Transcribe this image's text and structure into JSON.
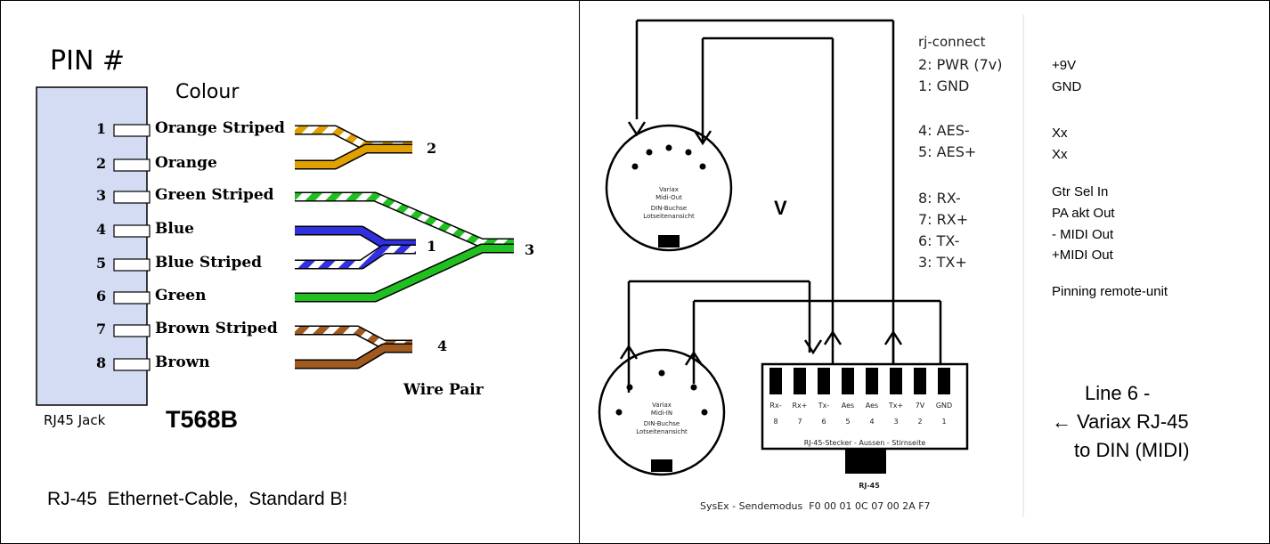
{
  "left": {
    "pin_header": "PIN #",
    "colour_header": "Colour",
    "pins": [
      {
        "num": "1",
        "label": "Orange Striped",
        "color": "#e0a000",
        "striped": true
      },
      {
        "num": "2",
        "label": "Orange",
        "color": "#e0a000",
        "striped": false
      },
      {
        "num": "3",
        "label": "Green Striped",
        "color": "#20c020",
        "striped": true
      },
      {
        "num": "4",
        "label": "Blue",
        "color": "#3030e0",
        "striped": false
      },
      {
        "num": "5",
        "label": "Blue Striped",
        "color": "#3030e0",
        "striped": true
      },
      {
        "num": "6",
        "label": "Green",
        "color": "#20c020",
        "striped": false
      },
      {
        "num": "7",
        "label": "Brown Striped",
        "color": "#a05a20",
        "striped": true
      },
      {
        "num": "8",
        "label": "Brown",
        "color": "#a05a20",
        "striped": false
      }
    ],
    "pair_numbers": [
      "2",
      "1",
      "3",
      "4"
    ],
    "wire_pair_label": "Wire Pair",
    "jack_label": "RJ45 Jack",
    "standard_label": "T568B",
    "caption": "RJ-45  Ethernet-Cable,  Standard B!",
    "jack_fill": "#d4dcf4"
  },
  "right": {
    "pin_header": "rj-connect",
    "pin_list": [
      {
        "pin": "2: PWR (7v)",
        "fn": "+9V"
      },
      {
        "pin": "1: GND",
        "fn": "GND"
      },
      {
        "pin": "4: AES-",
        "fn": "Xx"
      },
      {
        "pin": "5: AES+",
        "fn": "Xx"
      },
      {
        "pin": "8: RX-",
        "fn": "Gtr Sel In"
      },
      {
        "pin": "7: RX+",
        "fn": "PA akt Out"
      },
      {
        "pin": "6: TX-",
        "fn": "- MIDI Out"
      },
      {
        "pin": "3: TX+",
        "fn": "+MIDI Out"
      }
    ],
    "pinning_note": "Pinning remote-unit",
    "din_top": {
      "line1": "Variax",
      "line2": "Midi-Out",
      "line3": "DIN-Buchse",
      "line4": "Lotseitenansicht"
    },
    "din_bottom": {
      "line1": "Variax",
      "line2": "Midi-IN",
      "line3": "DIN-Buchse",
      "line4": "Lotseitenansicht"
    },
    "rj_pin_labels": [
      "Rx-",
      "Rx+",
      "Tx-",
      "Aes",
      "Aes",
      "Tx+",
      "7V",
      "GND"
    ],
    "rj_pin_numbers": [
      "8",
      "7",
      "6",
      "5",
      "4",
      "3",
      "2",
      "1"
    ],
    "rj_plug_caption": "RJ-45-Stecker - Aussen - Stirnseite",
    "rj_label": "RJ-45",
    "sysex_text": "SysEx - Sendemodus  F0 00 01 0C 07 00 2A F7",
    "v_mark": "V",
    "side_line1": "Line 6 -",
    "side_line2": "← Variax RJ-45",
    "side_line3": "to DIN (MIDI)"
  }
}
